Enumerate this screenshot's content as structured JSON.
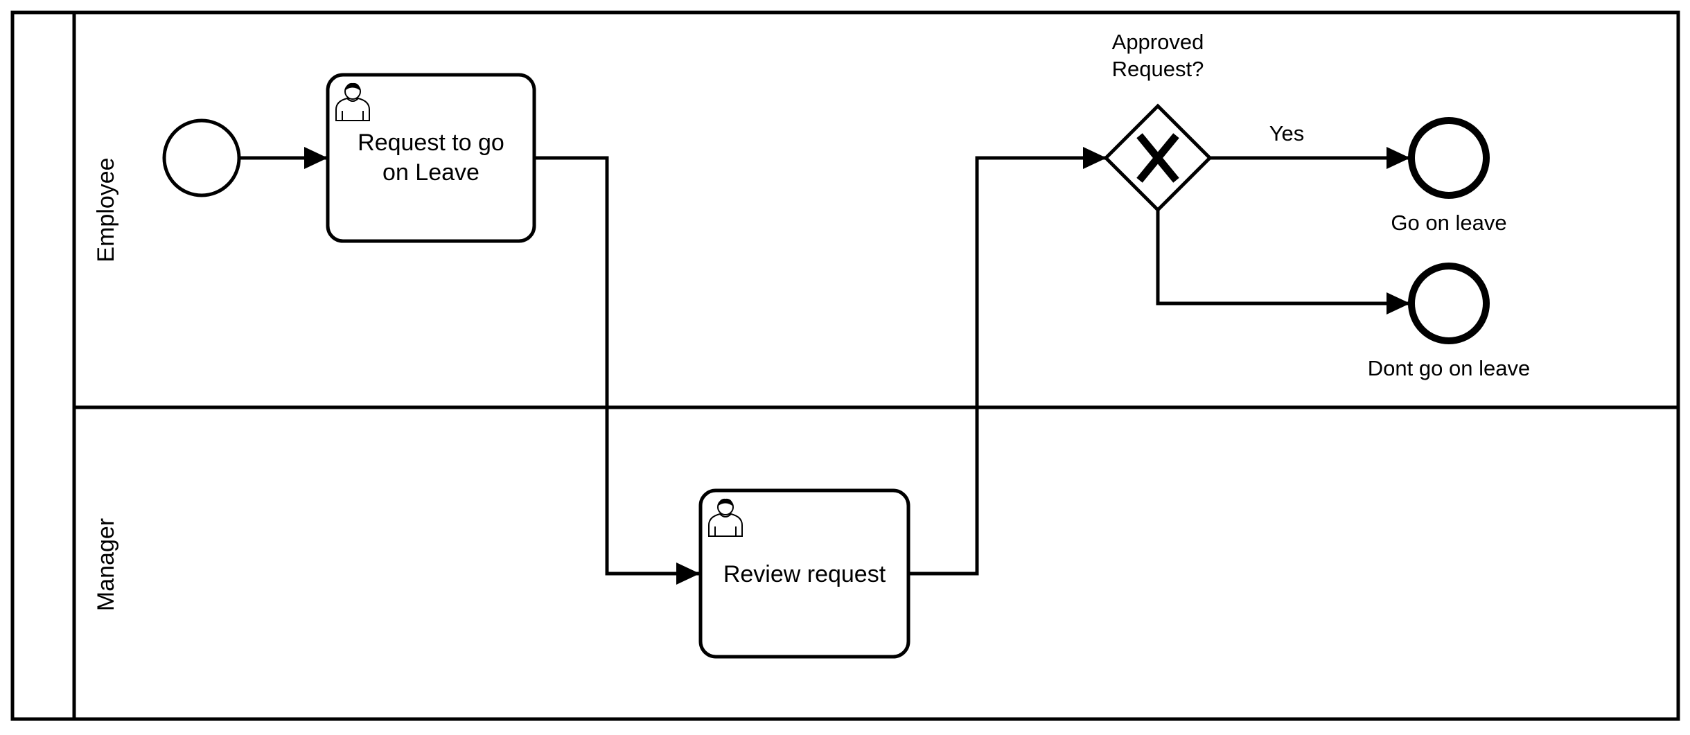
{
  "diagram": {
    "lanes": {
      "employee": "Employee",
      "manager": "Manager"
    },
    "tasks": {
      "request": {
        "line1": "Request to go",
        "line2": "on Leave",
        "icon": "user-icon"
      },
      "review": {
        "label": "Review request",
        "icon": "user-icon"
      }
    },
    "gateway": {
      "line1": "Approved",
      "line2": "Request?",
      "symbol": "X"
    },
    "flows": {
      "yes": "Yes"
    },
    "end_events": {
      "go": "Go on leave",
      "dont_go": "Dont go on leave"
    }
  }
}
